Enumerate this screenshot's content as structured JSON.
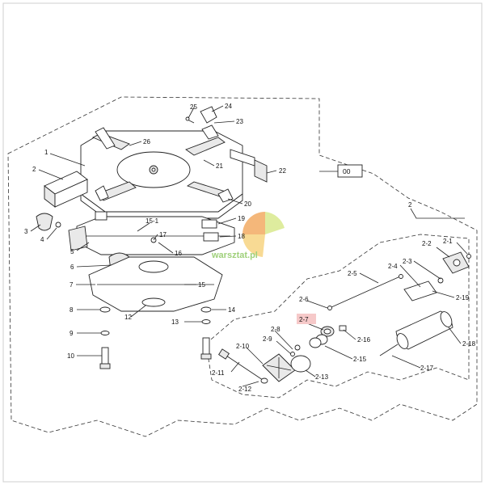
{
  "labels": {
    "l1": "1",
    "l2": "2",
    "l3": "3",
    "l4": "4",
    "l5": "5",
    "l6": "6",
    "l7": "7",
    "l8": "8",
    "l9": "9",
    "l10": "10",
    "l12": "12",
    "l13": "13",
    "l14": "14",
    "l15": "15",
    "l15_1": "15-1",
    "l16": "16",
    "l17": "17",
    "l18": "18",
    "l19": "19",
    "l20": "20",
    "l21": "21",
    "l22": "22",
    "l23": "23",
    "l24": "24",
    "l25": "25",
    "l26": "26",
    "l00": "00",
    "lg2": "2",
    "s2_1": "2-1",
    "s2_2": "2-2",
    "s2_3": "2-3",
    "s2_4": "2-4",
    "s2_5": "2-5",
    "s2_6": "2-6",
    "s2_7": "2-7",
    "s2_8": "2-8",
    "s2_9": "2-9",
    "s2_10": "2-10",
    "s2_11": "2-11",
    "s2_12": "2-12",
    "s2_13": "2-13",
    "s2_15": "2-15",
    "s2_16": "2-16",
    "s2_17": "2-17",
    "s2_18": "2-18",
    "s2_19": "2-19"
  },
  "watermark": "warsztat.pl",
  "colors": {
    "highlight": "#f6c9c9",
    "watermark": "#9fd07a"
  }
}
